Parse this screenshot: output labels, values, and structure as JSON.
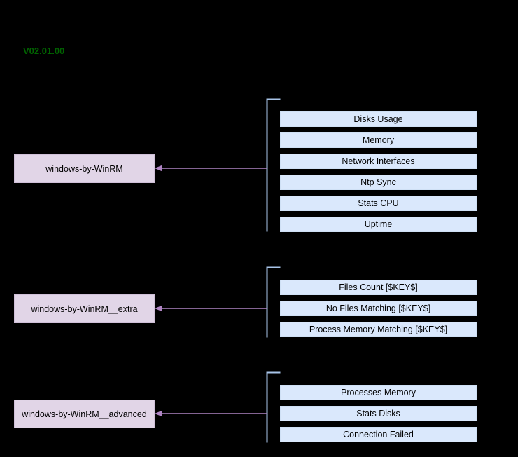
{
  "diagram": {
    "version_label": "V02.01.00",
    "colors": {
      "background": "#000000",
      "template_box_fill": "#e1d5e7",
      "item_box_fill": "#dae8fc",
      "bracket_stroke": "#a8c4e8",
      "arrow_stroke": "#b happyc",
      "arrow_color": "#b085c4",
      "version_text": "#006400",
      "text": "#000000"
    },
    "groups": [
      {
        "template_name": "windows-by-WinRM",
        "items": [
          "Disks Usage",
          "Memory",
          "Network Interfaces",
          "Ntp Sync",
          "Stats CPU",
          "Uptime"
        ]
      },
      {
        "template_name": "windows-by-WinRM__extra",
        "items": [
          "Files Count [$KEY$]",
          "No Files Matching [$KEY$]",
          "Process Memory Matching [$KEY$]"
        ]
      },
      {
        "template_name": "windows-by-WinRM__advanced",
        "items": [
          "Processes Memory",
          "Stats Disks",
          "Connection Failed"
        ]
      }
    ]
  }
}
